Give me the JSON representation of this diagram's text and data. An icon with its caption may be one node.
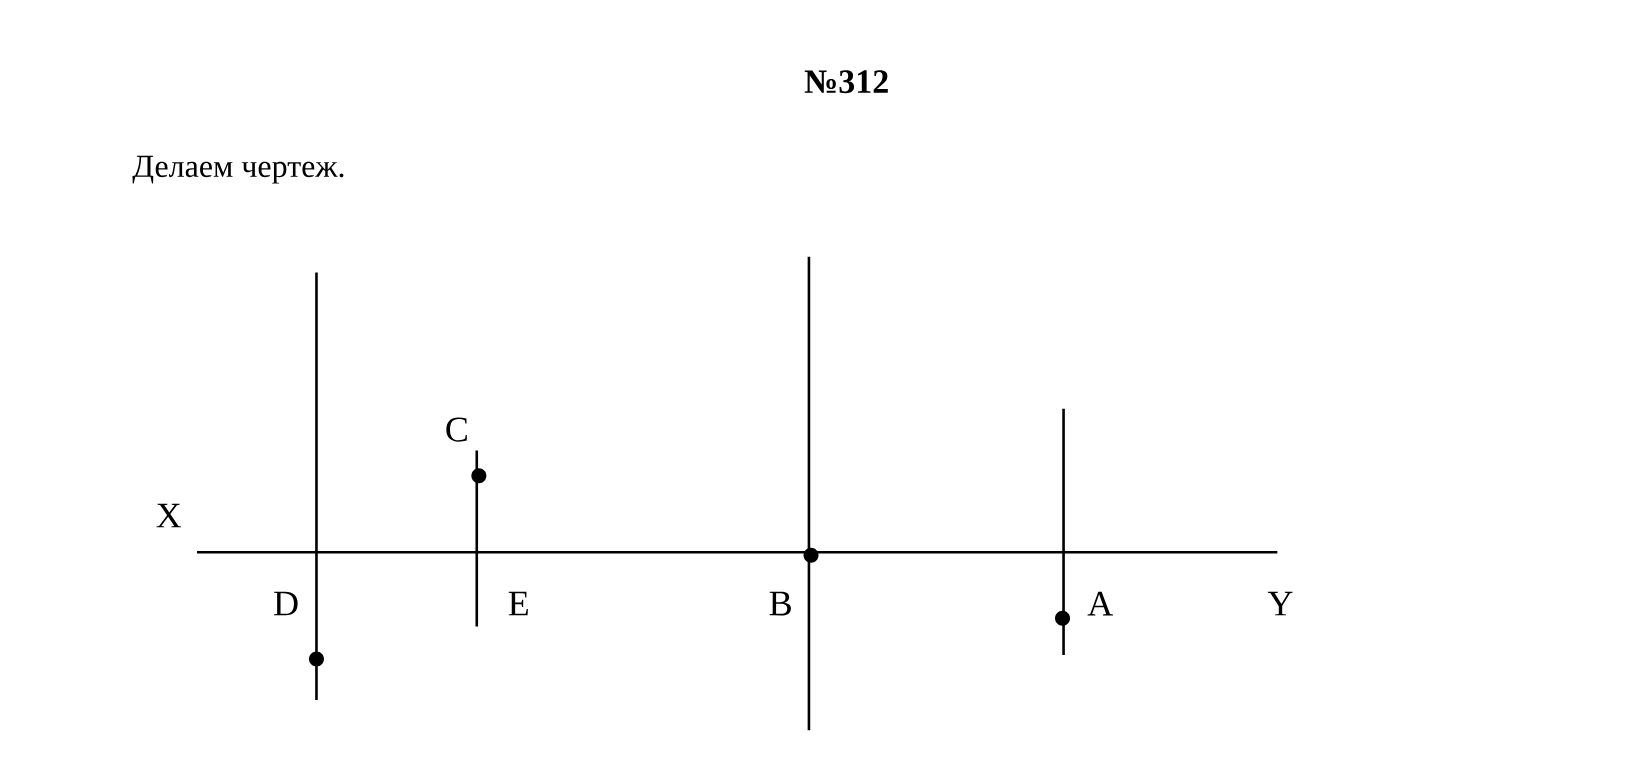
{
  "diagram": {
    "title": "№312",
    "labels": [
      "Делаем чертеж.",
      "C",
      "X",
      "D",
      "E",
      "B",
      "A",
      "Y"
    ]
  }
}
